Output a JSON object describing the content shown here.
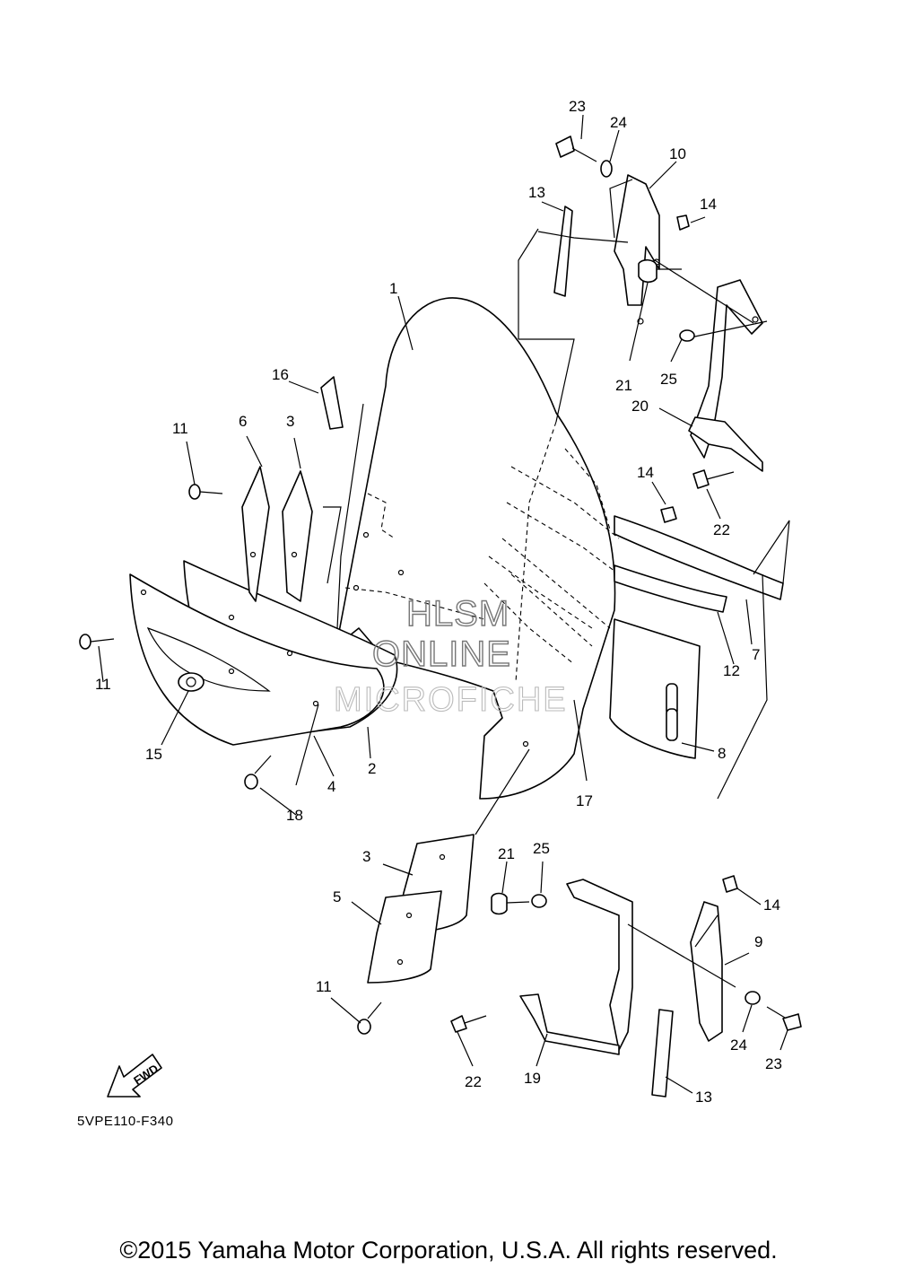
{
  "diagram": {
    "code": "5VPE110-F340",
    "copyright": "©2015 Yamaha Motor Corporation, U.S.A. All rights reserved.",
    "watermark": [
      "HLSM",
      "ONLINE",
      "MICROFICHE"
    ],
    "fwd_label": "FWD",
    "callouts": {
      "c1": "1",
      "c2": "2",
      "c3a": "3",
      "c3b": "3",
      "c4": "4",
      "c5": "5",
      "c6": "6",
      "c7": "7",
      "c8": "8",
      "c9": "9",
      "c10": "10",
      "c11a": "11",
      "c11b": "11",
      "c11c": "11",
      "c12": "12",
      "c13a": "13",
      "c13b": "13",
      "c14a": "14",
      "c14b": "14",
      "c14c": "14",
      "c15": "15",
      "c16": "16",
      "c17": "17",
      "c18": "18",
      "c19": "19",
      "c20": "20",
      "c21a": "21",
      "c21b": "21",
      "c22a": "22",
      "c22b": "22",
      "c23a": "23",
      "c23b": "23",
      "c24a": "24",
      "c24b": "24",
      "c25a": "25",
      "c25b": "25"
    }
  }
}
